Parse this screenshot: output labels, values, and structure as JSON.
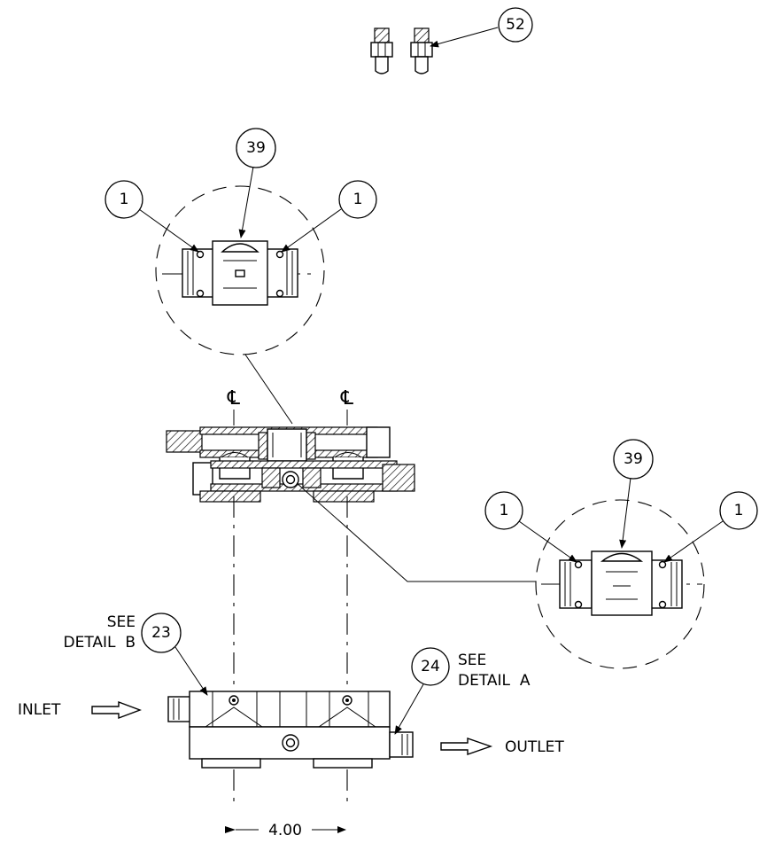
{
  "balloons": {
    "fitting": "52",
    "valve_top": "39",
    "oring_top_left": "1",
    "oring_top_right": "1",
    "valve_right": "39",
    "oring_right_left": "1",
    "oring_right_right": "1",
    "inlet_part": "23",
    "outlet_part": "24"
  },
  "notes": {
    "see_detail_b_line1": "SEE",
    "see_detail_b_line2": "DETAIL  B",
    "see_detail_a_line1": "SEE",
    "see_detail_a_line2": "DETAIL  A"
  },
  "flow": {
    "inlet": "INLET",
    "outlet": "OUTLET"
  },
  "centerline_mark": "℄",
  "dimension": {
    "spacing": "4.00"
  }
}
